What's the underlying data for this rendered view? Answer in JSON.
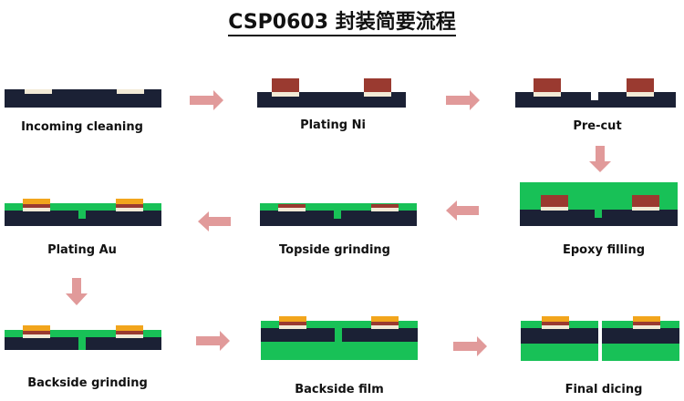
{
  "title": "CSP0603 封装简要流程",
  "colors": {
    "substrate": "#1b2135",
    "electrode": "#f2ead6",
    "nickel": "#9a3a30",
    "gold": "#f2a51c",
    "epoxy": "#18c157",
    "arrow": "#e19a9a"
  },
  "steps": [
    {
      "id": "incoming-cleaning",
      "label": "Incoming cleaning"
    },
    {
      "id": "plating-ni",
      "label": "Plating Ni"
    },
    {
      "id": "pre-cut",
      "label": "Pre-cut"
    },
    {
      "id": "epoxy-filling",
      "label": "Epoxy filling"
    },
    {
      "id": "topside-grinding",
      "label": "Topside grinding"
    },
    {
      "id": "plating-au",
      "label": "Plating Au"
    },
    {
      "id": "backside-grinding",
      "label": "Backside grinding"
    },
    {
      "id": "backside-film",
      "label": "Backside film"
    },
    {
      "id": "final-dicing",
      "label": "Final dicing"
    }
  ]
}
